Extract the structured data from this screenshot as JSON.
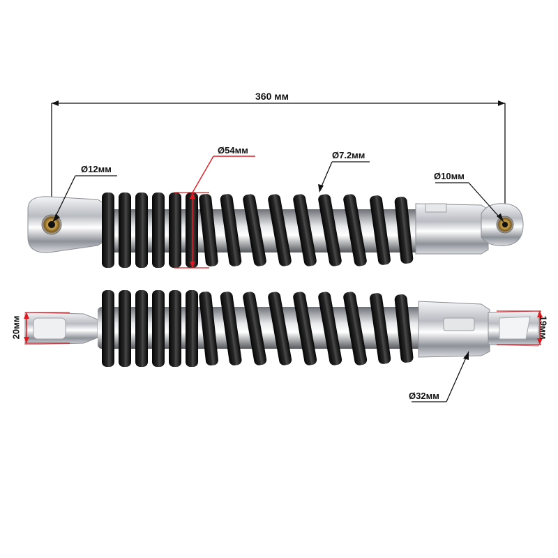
{
  "annotations": {
    "total_length": "360 мм",
    "eye_left_diameter": "Ø12мм",
    "spring_outer_diameter": "Ø54мм",
    "spring_wire_diameter": "Ø7.2мм",
    "eye_right_diameter": "Ø10мм",
    "fork_left_width": "20мм",
    "fork_right_width": "19мм",
    "body_diameter": "Ø32мм"
  },
  "colors": {
    "dimension_line": "#111111",
    "red_dimension": "#e0191f",
    "spring": "#111111",
    "chrome": "#c9ccd1"
  }
}
